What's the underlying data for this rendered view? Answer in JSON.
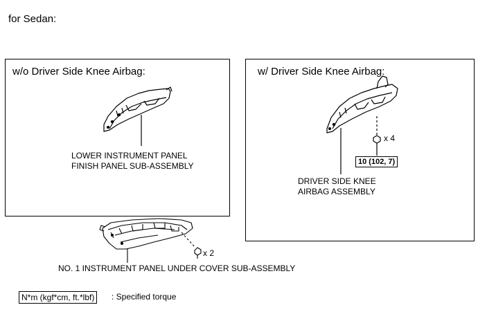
{
  "heading": "for Sedan:",
  "left_panel": {
    "title": "w/o Driver Side Knee Airbag:",
    "part_label_line1": "LOWER INSTRUMENT PANEL",
    "part_label_line2": "FINISH PANEL SUB-ASSEMBLY"
  },
  "right_panel": {
    "title": "w/ Driver Side Knee Airbag:",
    "bolt_count": "x 4",
    "torque": "10 (102, 7)",
    "part_label_line1": "DRIVER SIDE KNEE",
    "part_label_line2": "AIRBAG ASSEMBLY"
  },
  "bottom_part": {
    "clip_count": "x 2",
    "label": "NO. 1 INSTRUMENT PANEL UNDER COVER SUB-ASSEMBLY"
  },
  "legend": {
    "unit_box": "N*m (kgf*cm, ft.*lbf)",
    "description": ": Specified torque"
  }
}
